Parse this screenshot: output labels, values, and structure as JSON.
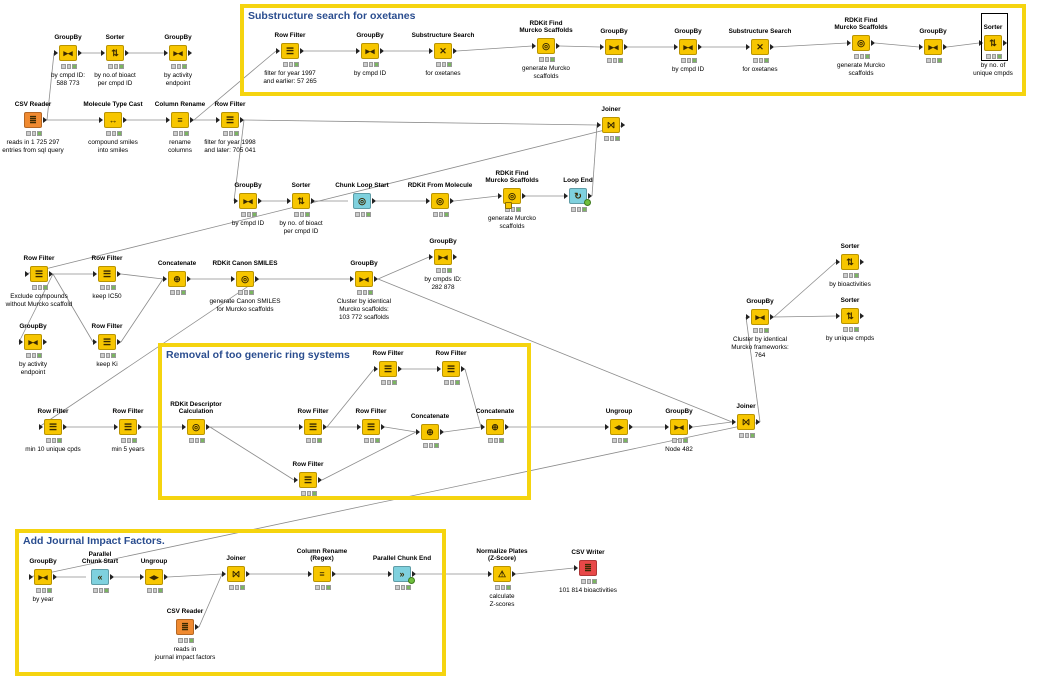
{
  "annotations": [
    {
      "id": "a1",
      "title": "Substructure search for oxetanes"
    },
    {
      "id": "a2",
      "title": "Removal of too generic ring systems"
    },
    {
      "id": "a3",
      "title": "Add Journal Impact Factors."
    }
  ],
  "nodes": [
    {
      "id": "n1",
      "title": "GroupBy",
      "label": "by cmpd ID:\n588 773",
      "kind": "groupby",
      "color": "#f7c600"
    },
    {
      "id": "n2",
      "title": "Sorter",
      "label": "by no.of bioact\nper cmpd ID",
      "kind": "sorter",
      "color": "#f7c600"
    },
    {
      "id": "n3",
      "title": "GroupBy",
      "label": "by activity\nendpoint",
      "kind": "groupby",
      "color": "#f7c600"
    },
    {
      "id": "n4",
      "title": "CSV Reader",
      "label": "reads in 1 725 297\nentries from sql query",
      "kind": "csvreader",
      "color": "#f08a30"
    },
    {
      "id": "n5",
      "title": "Molecule Type Cast",
      "label": "compound smiles\ninto smiles",
      "kind": "cast",
      "color": "#f7c600"
    },
    {
      "id": "n6",
      "title": "Column Rename",
      "label": "rename\ncolumns",
      "kind": "rename",
      "color": "#f7c600"
    },
    {
      "id": "n7",
      "title": "Row Filter",
      "label": "filter for year 1998\nand later: 705 041",
      "kind": "rowfilter",
      "color": "#f7c600"
    },
    {
      "id": "n8",
      "title": "Row Filter",
      "label": "filter for year 1997\nand earlier: 57 265",
      "kind": "rowfilter",
      "color": "#f7c600"
    },
    {
      "id": "n9",
      "title": "GroupBy",
      "label": "by cmpd ID",
      "kind": "groupby",
      "color": "#f7c600"
    },
    {
      "id": "n10",
      "title": "Substructure Search",
      "label": "for oxetanes",
      "kind": "subsearch",
      "color": "#f7c600"
    },
    {
      "id": "n11",
      "title": "RDKit Find\nMurcko Scaffolds",
      "label": "generate Murcko\nscaffolds",
      "kind": "rdkit",
      "color": "#f7c600"
    },
    {
      "id": "n12",
      "title": "GroupBy",
      "label": "",
      "kind": "groupby",
      "color": "#f7c600"
    },
    {
      "id": "n13",
      "title": "GroupBy",
      "label": "by cmpd ID",
      "kind": "groupby",
      "color": "#f7c600"
    },
    {
      "id": "n14",
      "title": "Substructure Search",
      "label": "for oxetanes",
      "kind": "subsearch",
      "color": "#f7c600"
    },
    {
      "id": "n15",
      "title": "RDKit Find\nMurcko Scaffolds",
      "label": "generate Murcko\nscaffolds",
      "kind": "rdkit",
      "color": "#f7c600"
    },
    {
      "id": "n16",
      "title": "GroupBy",
      "label": "",
      "kind": "groupby",
      "color": "#f7c600"
    },
    {
      "id": "n17",
      "title": "Sorter",
      "label": "by no. of\nunique cmpds",
      "kind": "sorter",
      "color": "#f7c600"
    },
    {
      "id": "n18",
      "title": "Joiner",
      "label": "",
      "kind": "joiner",
      "color": "#f7c600"
    },
    {
      "id": "n19",
      "title": "GroupBy",
      "label": "by cmpd ID",
      "kind": "groupby",
      "color": "#f7c600"
    },
    {
      "id": "n20",
      "title": "Sorter",
      "label": "by no. of bioact\nper cmpd ID",
      "kind": "sorter",
      "color": "#f7c600"
    },
    {
      "id": "n21",
      "title": "Chunk Loop Start",
      "label": "",
      "kind": "loopstart",
      "color": "#7fd1de"
    },
    {
      "id": "n22",
      "title": "RDKit From Molecule",
      "label": "",
      "kind": "rdkit",
      "color": "#f7c600"
    },
    {
      "id": "n23",
      "title": "RDKit Find\nMurcko Scaffolds",
      "label": "generate Murcko\nscaffolds",
      "kind": "rdkit",
      "color": "#f7c600"
    },
    {
      "id": "n24",
      "title": "Loop End",
      "label": "",
      "kind": "loopend",
      "color": "#7fd1de"
    },
    {
      "id": "n25",
      "title": "Row Filter",
      "label": "Exclude compounds\nwithout Murcko scaffold",
      "kind": "rowfilter",
      "color": "#f7c600"
    },
    {
      "id": "n26",
      "title": "Row Filter",
      "label": "keep IC50",
      "kind": "rowfilter",
      "color": "#f7c600"
    },
    {
      "id": "n27",
      "title": "Concatenate",
      "label": "",
      "kind": "concat",
      "color": "#f7c600"
    },
    {
      "id": "n28",
      "title": "RDKit Canon SMILES",
      "label": "generate Canon SMILES\nfor Murcko scaffolds",
      "kind": "rdkit",
      "color": "#f7c600"
    },
    {
      "id": "n29",
      "title": "GroupBy",
      "label": "Cluster by identical\nMurcko scaffolds:\n103 772 scaffolds",
      "kind": "groupby",
      "color": "#f7c600"
    },
    {
      "id": "n30",
      "title": "GroupBy",
      "label": "by cmpds ID:\n282 878",
      "kind": "groupby",
      "color": "#f7c600"
    },
    {
      "id": "n31",
      "title": "Row Filter",
      "label": "keep Ki",
      "kind": "rowfilter",
      "color": "#f7c600"
    },
    {
      "id": "n32",
      "title": "GroupBy",
      "label": "by activity\nendpoint",
      "kind": "groupby",
      "color": "#f7c600"
    },
    {
      "id": "n33",
      "title": "Sorter",
      "label": "by bioactivities",
      "kind": "sorter",
      "color": "#f7c600"
    },
    {
      "id": "n34",
      "title": "GroupBy",
      "label": "Cluster by identical\nMurcko frameworks:\n764",
      "kind": "groupby",
      "color": "#f7c600"
    },
    {
      "id": "n35",
      "title": "Sorter",
      "label": "by unique cmpds",
      "kind": "sorter",
      "color": "#f7c600"
    },
    {
      "id": "n36",
      "title": "Row Filter",
      "label": "",
      "kind": "rowfilter",
      "color": "#f7c600"
    },
    {
      "id": "n37",
      "title": "Row Filter",
      "label": "",
      "kind": "rowfilter",
      "color": "#f7c600"
    },
    {
      "id": "n38",
      "title": "RDKit Descriptor\nCalculation",
      "label": "",
      "kind": "rdkit",
      "color": "#f7c600"
    },
    {
      "id": "n39",
      "title": "Row Filter",
      "label": "",
      "kind": "rowfilter",
      "color": "#f7c600"
    },
    {
      "id": "n40",
      "title": "Row Filter",
      "label": "",
      "kind": "rowfilter",
      "color": "#f7c600"
    },
    {
      "id": "n41",
      "title": "Concatenate",
      "label": "",
      "kind": "concat",
      "color": "#f7c600"
    },
    {
      "id": "n42",
      "title": "Concatenate",
      "label": "",
      "kind": "concat",
      "color": "#f7c600"
    },
    {
      "id": "n43",
      "title": "Row Filter",
      "label": "",
      "kind": "rowfilter",
      "color": "#f7c600"
    },
    {
      "id": "n44",
      "title": "Row Filter",
      "label": "min 10 unique cpds",
      "kind": "rowfilter",
      "color": "#f7c600"
    },
    {
      "id": "n45",
      "title": "Row Filter",
      "label": "min 5 years",
      "kind": "rowfilter",
      "color": "#f7c600"
    },
    {
      "id": "n46",
      "title": "Ungroup",
      "label": "",
      "kind": "ungroup",
      "color": "#f7c600"
    },
    {
      "id": "n47",
      "title": "GroupBy",
      "label": "Node 482",
      "kind": "groupby",
      "color": "#f7c600"
    },
    {
      "id": "n48",
      "title": "Joiner",
      "label": "",
      "kind": "joiner",
      "color": "#f7c600"
    },
    {
      "id": "n49",
      "title": "GroupBy",
      "label": "by year",
      "kind": "groupby",
      "color": "#f7c600"
    },
    {
      "id": "n50",
      "title": "Parallel\nChunk Start",
      "label": "",
      "kind": "parstart",
      "color": "#7fd1de"
    },
    {
      "id": "n51",
      "title": "Ungroup",
      "label": "",
      "kind": "ungroup",
      "color": "#f7c600"
    },
    {
      "id": "n52",
      "title": "Joiner",
      "label": "",
      "kind": "joiner",
      "color": "#f7c600"
    },
    {
      "id": "n53",
      "title": "Column Rename\n(Regex)",
      "label": "",
      "kind": "rename",
      "color": "#f7c600"
    },
    {
      "id": "n54",
      "title": "Parallel Chunk End",
      "label": "",
      "kind": "parend",
      "color": "#7fd1de"
    },
    {
      "id": "n55",
      "title": "Normalize Plates\n(Z-Score)",
      "label": "calculate\nZ-scores",
      "kind": "normalize",
      "color": "#f7c600"
    },
    {
      "id": "n56",
      "title": "CSV Writer",
      "label": "101 814 bioactivities",
      "kind": "csvwriter",
      "color": "#e84848"
    },
    {
      "id": "n57",
      "title": "CSV Reader",
      "label": "reads in\njournal impact factors",
      "kind": "csvreader",
      "color": "#f08a30"
    }
  ]
}
